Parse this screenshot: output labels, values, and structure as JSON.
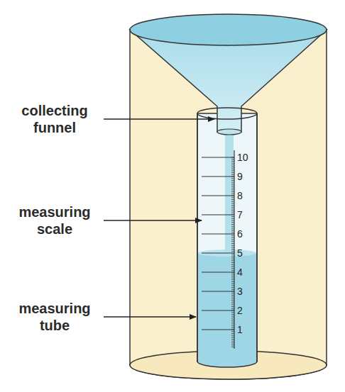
{
  "diagram": {
    "labels": [
      "collecting funnel",
      "measuring scale",
      "measuring tube",
      "10",
      "9",
      "8",
      "7",
      "6",
      "5",
      "4",
      "3",
      "2",
      "1"
    ]
  }
}
